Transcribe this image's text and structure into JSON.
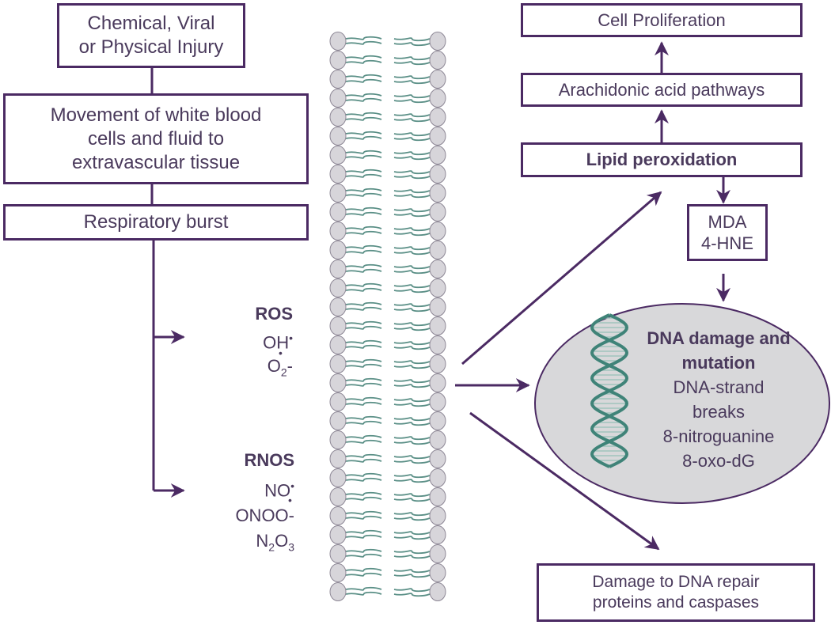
{
  "left_chain": {
    "injury": "Chemical, Viral\nor Physical Injury",
    "movement": "Movement of white blood\ncells and fluid to\nextravascular tissue",
    "burst": "Respiratory burst"
  },
  "ros": {
    "title": "ROS",
    "oh": "OH",
    "o2_base": "O",
    "o2_sub": "2",
    "o2_suffix": "-",
    "radical_dot": "•"
  },
  "rnos": {
    "title": "RNOS",
    "no": "NO",
    "onoo": "ONOO-",
    "n2o3_n": "N",
    "n2o3_sub1": "2",
    "n2o3_o": "O",
    "n2o3_sub2": "3",
    "radical_dot": "•"
  },
  "right_chain": {
    "proliferation": "Cell Proliferation",
    "arachidonic": "Arachidonic acid pathways",
    "lipid": "Lipid peroxidation",
    "mda": "MDA\n4-HNE"
  },
  "dna": {
    "title_line1": "DNA damage and",
    "title_line2": "mutation",
    "items": [
      "DNA-strand",
      "breaks",
      "8-nitroguanine",
      "8-oxo-dG"
    ]
  },
  "repair": "Damage to DNA repair\nproteins and caspases",
  "colors": {
    "border": "#4b2a63",
    "text": "#4a3a5c",
    "membrane_head": "#d7d5da",
    "membrane_tail": "#5a8f86",
    "ellipse_fill": "#d8d8da",
    "helix": "#3f8378"
  }
}
